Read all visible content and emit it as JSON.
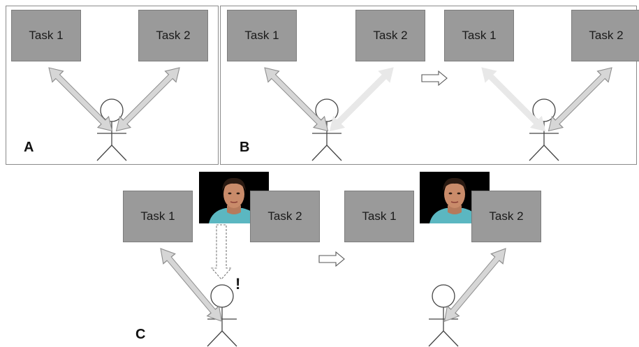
{
  "panels": {
    "a": {
      "label": "A",
      "task1": "Task 1",
      "task2": "Task 2"
    },
    "b": {
      "label": "B",
      "task1_left": "Task 1",
      "task2_left": "Task 2",
      "task1_right": "Task 1",
      "task2_right": "Task 2"
    },
    "c": {
      "label": "C",
      "task1_left": "Task 1",
      "task2_left": "Task 2",
      "task1_right": "Task 1",
      "task2_right": "Task 2",
      "alert": "!"
    }
  },
  "colors": {
    "task_fill": "#9a9a9a",
    "arrow_fill": "#d6d6d6",
    "arrow_faded": "#e8e8e8"
  },
  "icons": [
    "stick-figure-icon",
    "double-arrow-icon",
    "transition-arrow-icon",
    "face-image",
    "dashed-down-arrow-icon"
  ]
}
